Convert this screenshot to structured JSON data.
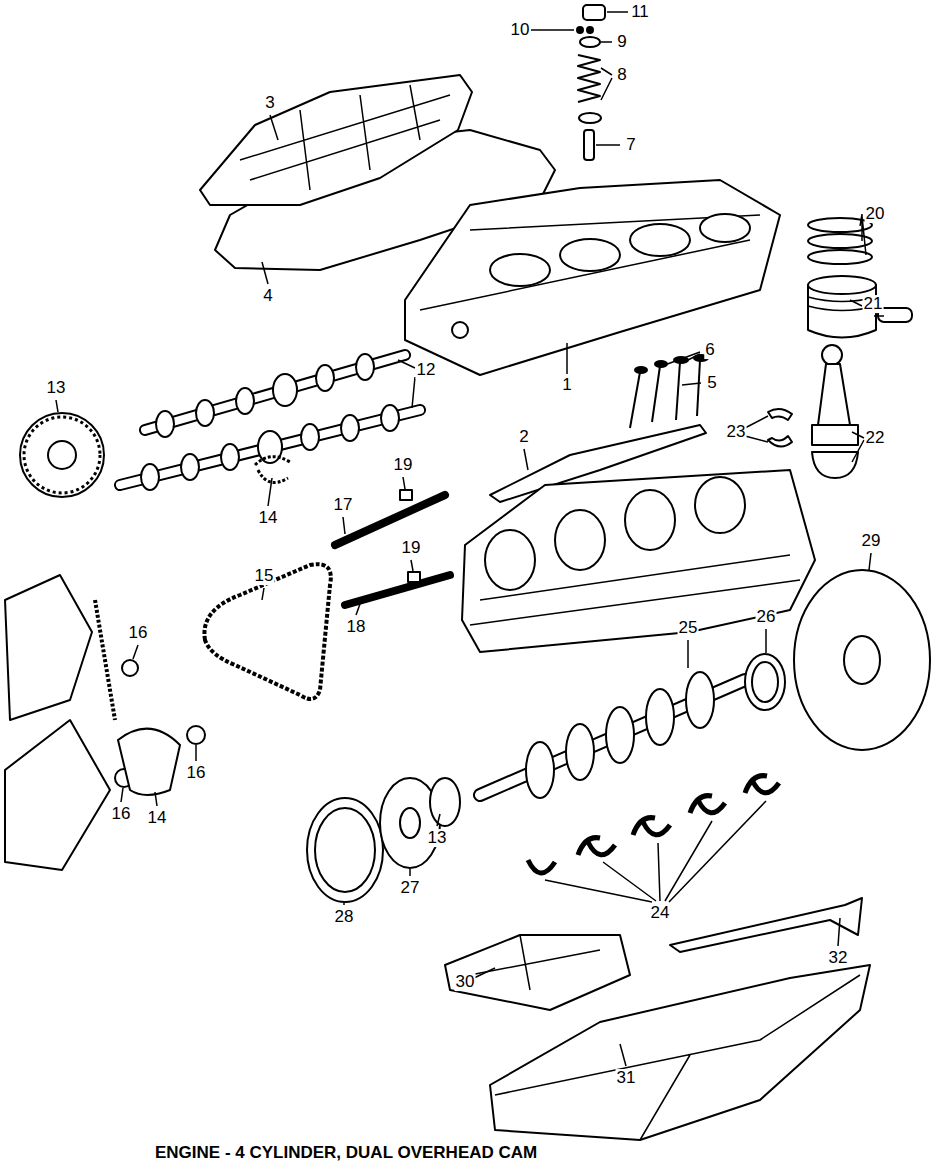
{
  "diagram": {
    "caption": "ENGINE - 4 CYLINDER, DUAL OVERHEAD CAM",
    "labels": [
      "11",
      "10",
      "9",
      "8",
      "7",
      "3",
      "4",
      "20",
      "21",
      "6",
      "5",
      "12",
      "13",
      "1",
      "2",
      "23",
      "22",
      "19",
      "14",
      "17",
      "19",
      "29",
      "15",
      "26",
      "18",
      "25",
      "16",
      "16",
      "16",
      "14",
      "13",
      "27",
      "28",
      "24",
      "30",
      "32",
      "31"
    ]
  }
}
